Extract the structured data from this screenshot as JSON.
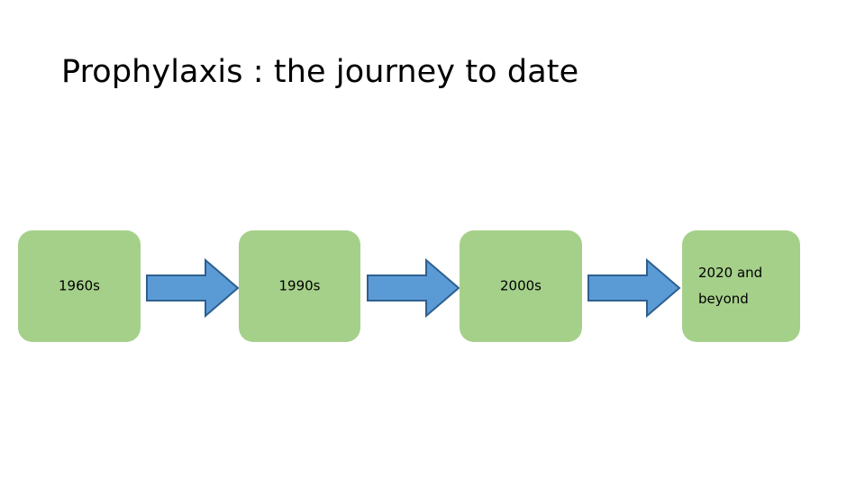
{
  "slide": {
    "title": "Prophylaxis : the journey to date",
    "background_color": "#FFFFFF"
  },
  "theme": {
    "box_fill": "#A5D08A",
    "arrow_fill": "#5B9BD5",
    "arrow_stroke": "#2E5F8F",
    "text_color": "#000000"
  },
  "timeline": {
    "stages": [
      {
        "label": "1960s",
        "align": "center"
      },
      {
        "label": "1990s",
        "align": "center"
      },
      {
        "label": "2000s",
        "align": "center"
      },
      {
        "label": "2020 and beyond",
        "align": "left"
      }
    ],
    "connectors": [
      {
        "name": "arrow-1",
        "direction": "right"
      },
      {
        "name": "arrow-2",
        "direction": "right"
      },
      {
        "name": "arrow-3",
        "direction": "right"
      }
    ]
  }
}
